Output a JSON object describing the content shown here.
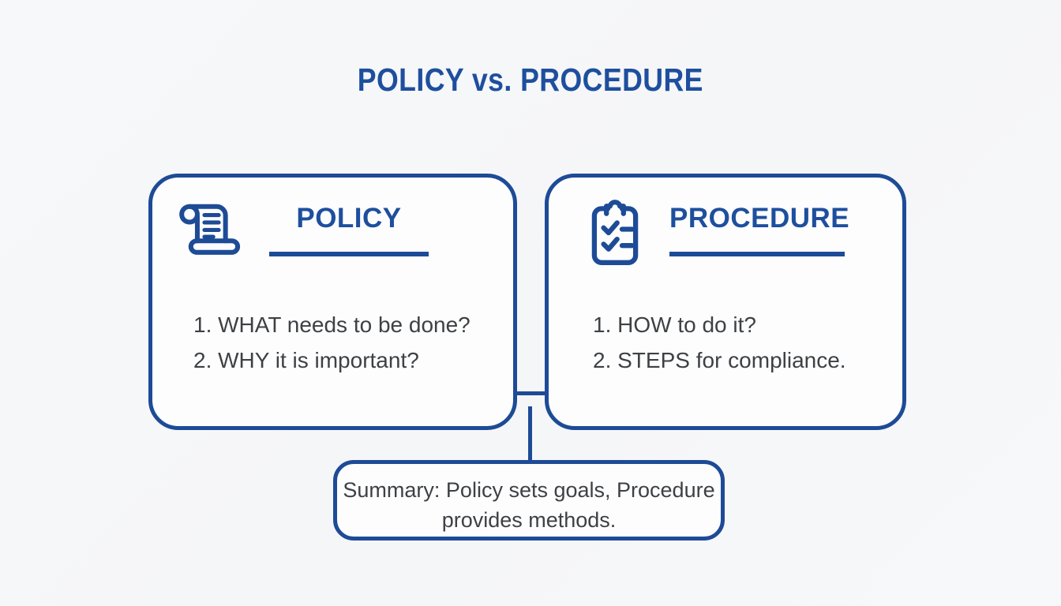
{
  "page": {
    "title": "POLICY vs. PROCEDURE",
    "background": "#f6f7f9"
  },
  "colors": {
    "accent_blue": "#1d4b96",
    "title_blue": "#1e4f9e",
    "body_text": "#3e4144",
    "card_background": "#fdfdfe"
  },
  "cards": [
    {
      "id": "policy",
      "icon": "scroll-icon",
      "title": "POLICY",
      "items": [
        "1. WHAT needs to be done?",
        "2. WHY it is important?"
      ]
    },
    {
      "id": "procedure",
      "icon": "clipboard-checklist-icon",
      "title": "PROCEDURE",
      "items": [
        "1. HOW to do it?",
        "2. STEPS for compliance."
      ]
    }
  ],
  "summary": {
    "lines": [
      "Summary: Policy sets goals, Procedure",
      "provides methods."
    ]
  }
}
